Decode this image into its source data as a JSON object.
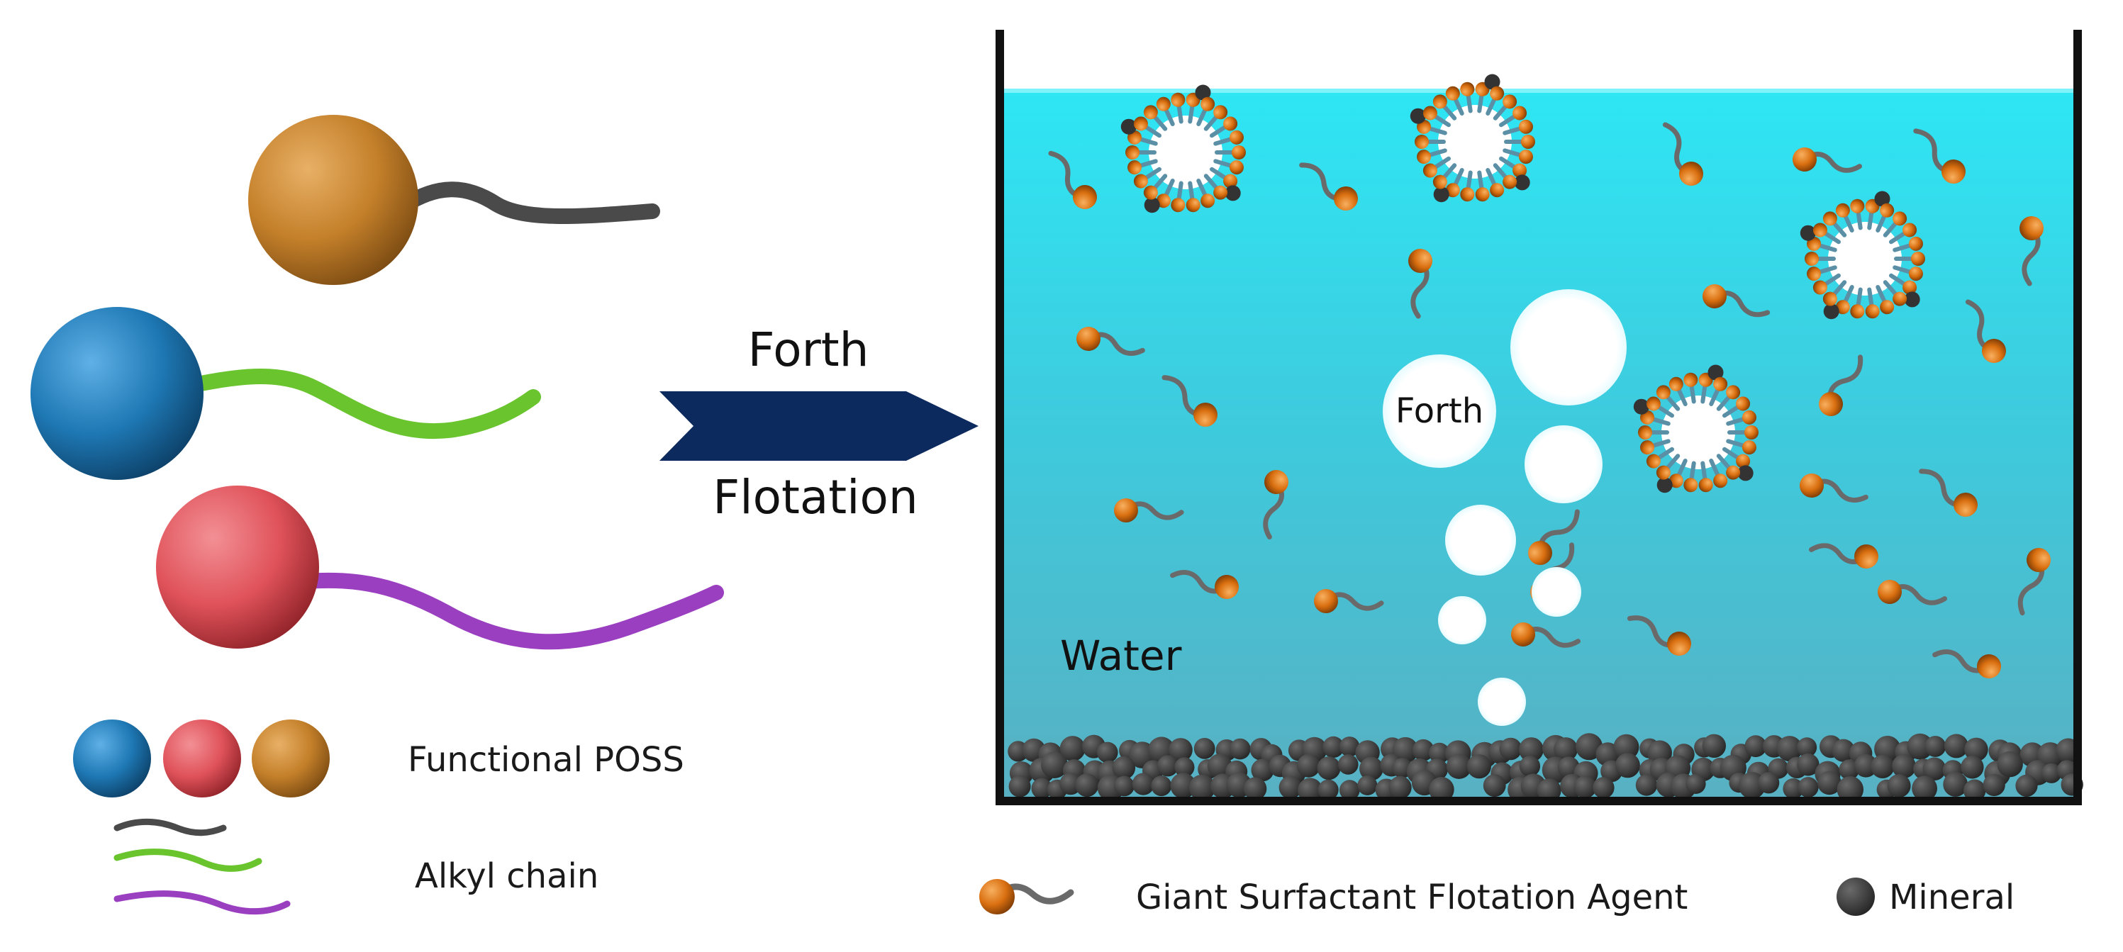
{
  "arrow": {
    "line1": "Forth",
    "line2": "Flotation"
  },
  "key": {
    "poss": "Functional POSS",
    "chain": "Alkyl chain"
  },
  "tank": {
    "bubble_label": "Forth",
    "water_label": "Water"
  },
  "legend": {
    "agent": "Giant Surfactant Flotation Agent",
    "mineral": "Mineral"
  },
  "colors": {
    "water_top": "#2ee6f4",
    "water_bottom": "#54b2c5",
    "head_orange": "#d96f10",
    "blue_sphere": "#1e78b4",
    "red_sphere": "#e0525a",
    "brown_sphere": "#c4802a",
    "green_chain": "#69c42e",
    "purple_chain": "#9b3fc1",
    "dark_chain": "#4a4a4a",
    "mineral": "#3d3d3d",
    "arrow": "#0d2a5e"
  }
}
